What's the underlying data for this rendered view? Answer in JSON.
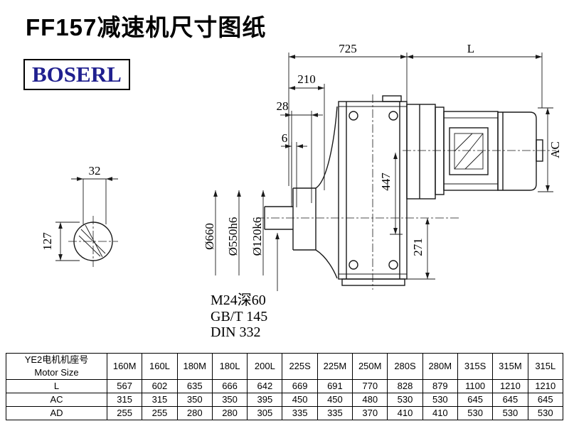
{
  "page": {
    "title": "FF157减速机尺寸图纸",
    "logo": "BOSERL",
    "logo_color": "#20208f",
    "line_color": "#1a1a1a"
  },
  "drawing": {
    "dims": {
      "d725": "725",
      "dL": "L",
      "d210": "210",
      "d28": "28",
      "d6": "6",
      "dAC": "AC",
      "d447": "447",
      "d271": "271",
      "d32": "32",
      "d127": "127",
      "dia660": "Ø660",
      "dia550": "Ø550h6",
      "dia120": "Ø120k6",
      "thread": "M24深60",
      "std1": "GB/T 145",
      "std2": "DIN 332"
    }
  },
  "table": {
    "header": {
      "line1": "YE2电机机座号",
      "line2": "Motor Size"
    },
    "sizes": [
      "160M",
      "160L",
      "180M",
      "180L",
      "200L",
      "225S",
      "225M",
      "250M",
      "280S",
      "280M",
      "315S",
      "315M",
      "315L"
    ],
    "rows": [
      {
        "label": "L",
        "values": [
          567,
          602,
          635,
          666,
          642,
          669,
          691,
          770,
          828,
          879,
          1100,
          1210,
          1210
        ]
      },
      {
        "label": "AC",
        "values": [
          315,
          315,
          350,
          350,
          395,
          450,
          450,
          480,
          530,
          530,
          645,
          645,
          645
        ]
      },
      {
        "label": "AD",
        "values": [
          255,
          255,
          280,
          280,
          305,
          335,
          335,
          370,
          410,
          410,
          530,
          530,
          530
        ]
      }
    ]
  }
}
